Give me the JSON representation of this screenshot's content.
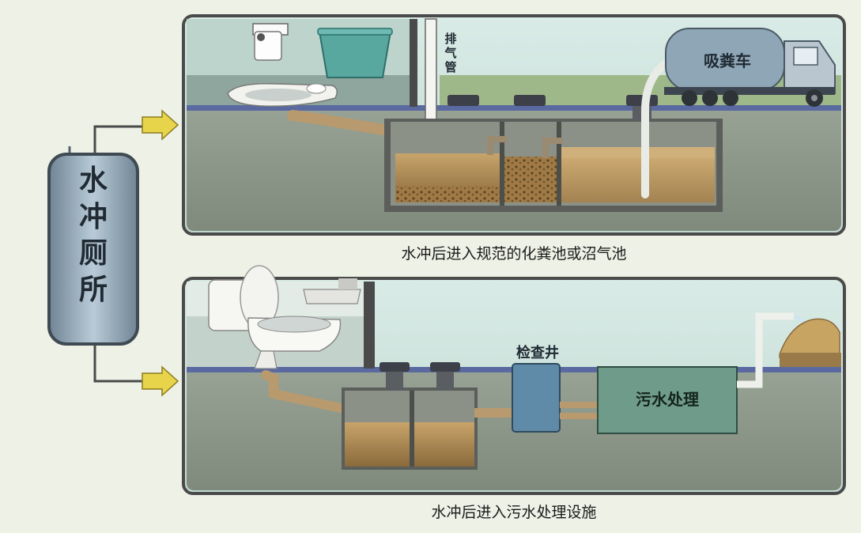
{
  "side_label": "水冲厕所",
  "top_panel": {
    "vent_pipe_label": "排气管",
    "truck_label": "吸粪车",
    "caption": "水冲后进入规范的化粪池或沼气池"
  },
  "bottom_panel": {
    "inspection_well_label": "检查井",
    "treatment_label": "污水处理",
    "caption": "水冲后进入污水处理设施"
  },
  "colors": {
    "background": "#eef1e6",
    "panel_border": "#4a4a4a",
    "sky": "#cfe3df",
    "wall": "#8ea69e",
    "ground": "#8f9a8c",
    "floor_line": "#5a6aa0",
    "sludge": "#a8864f",
    "liquid": "#d8c08c",
    "pipe": "#b89a6e",
    "arrow": "#e8d44a",
    "side_label_bg": "#9fb3c2",
    "truck": "#8fa6b6",
    "inspection_well": "#5f8aa8",
    "treatment": "#6f9c8a"
  }
}
